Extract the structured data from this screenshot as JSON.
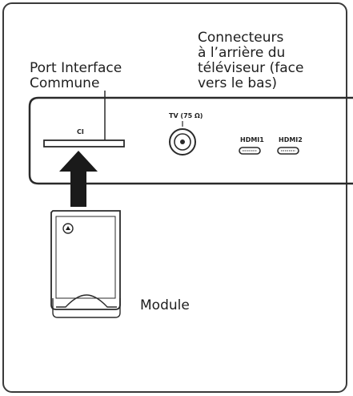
{
  "labels": {
    "connectors": [
      "Connecteurs",
      "à l’arrière du",
      "téléviseur (face",
      "vers le bas)"
    ],
    "ci_port": [
      "Port Interface",
      "Commune"
    ],
    "module": "Module"
  },
  "panel": {
    "ci": "CI",
    "tv": "TV (75 Ω)",
    "hdmi1": "HDMI1",
    "hdmi2": "HDMI2"
  }
}
